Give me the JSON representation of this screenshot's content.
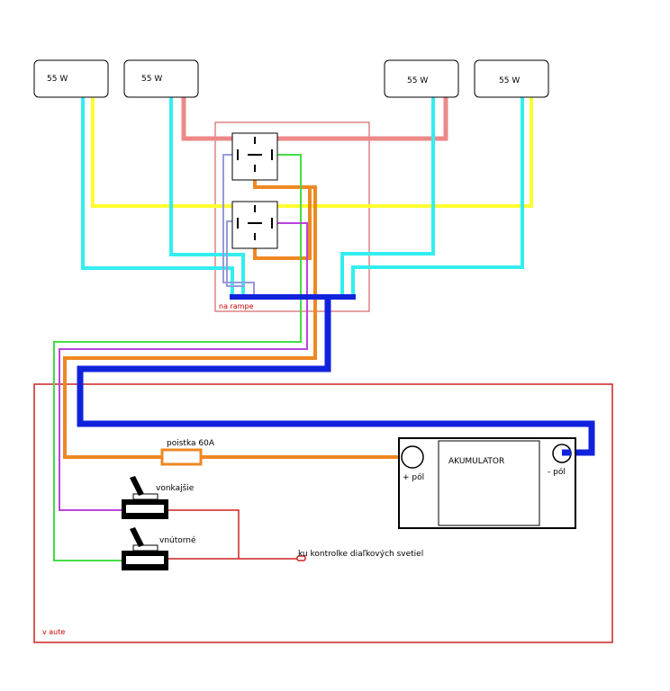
{
  "lamps": [
    {
      "label": "55 W"
    },
    {
      "label": "55 W"
    },
    {
      "label": "55 W"
    },
    {
      "label": "55 W"
    }
  ],
  "ramp_label": "na rampe",
  "car_label": "v aute",
  "fuse_label": "poistka 60A",
  "battery": {
    "label": "AKUMULATOR",
    "plus_label": "+ pól",
    "minus_label": "- pól"
  },
  "switches": {
    "outer_label": "vonkajšie",
    "inner_label": "vnútorné"
  },
  "indicator_label": "ku kontrolke diaľkových svetiel",
  "wire_colors": {
    "cyan": "#33eef0",
    "yellow": "#ffff33",
    "salmon": "#ee8888",
    "orange": "#ee8822",
    "blue": "#1122dd",
    "green": "#44dd44",
    "purple": "#bb44dd",
    "lavender": "#9999dd",
    "red": "#cc2222"
  }
}
